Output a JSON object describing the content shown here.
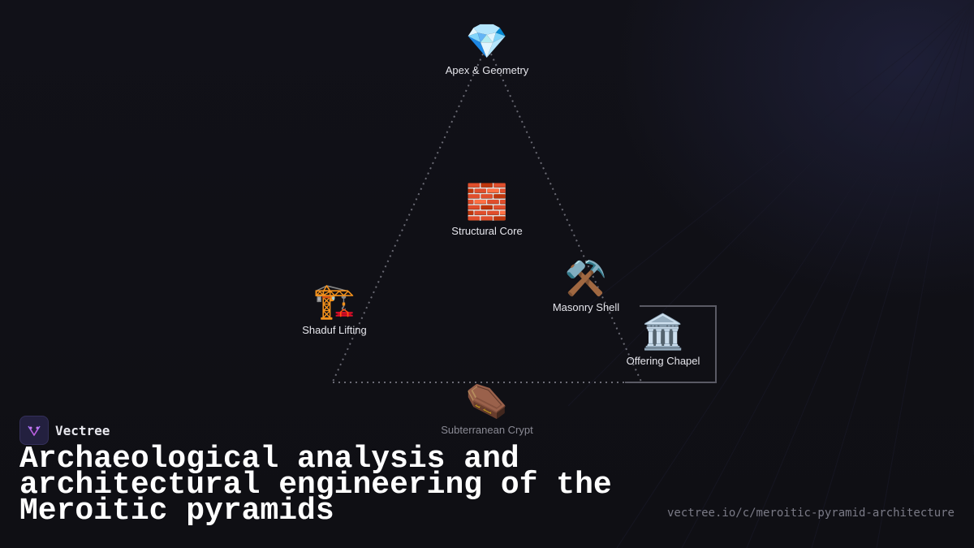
{
  "brand": {
    "name": "Vectree"
  },
  "title": "Archaeological analysis and architectural engineering of the Meroitic pyramids",
  "url": "vectree.io/c/meroitic-pyramid-architecture",
  "nodes": {
    "apex": {
      "icon": "gem-icon",
      "glyph": "💎",
      "label": "Apex & Geometry"
    },
    "core": {
      "icon": "brick-icon",
      "glyph": "🧱",
      "label": "Structural Core"
    },
    "shadufa": {
      "icon": "crane-icon",
      "glyph": "🏗️",
      "label": "Shaduf Lifting"
    },
    "masonry": {
      "icon": "hammer-pick-icon",
      "glyph": "⚒️",
      "label": "Masonry Shell"
    },
    "chapel": {
      "icon": "classical-building-icon",
      "glyph": "🏛️",
      "label": "Offering Chapel"
    },
    "crypt": {
      "icon": "coffin-icon",
      "glyph": "⚰️",
      "label": "Subterranean Crypt"
    }
  },
  "colors": {
    "background": "#0f0f14",
    "edge": "#6a6a74",
    "text": "#e6e6ec",
    "muted": "#8a8a94",
    "brand_logo_bg": "#23203f",
    "brand_accent": "#9b6cf0"
  }
}
